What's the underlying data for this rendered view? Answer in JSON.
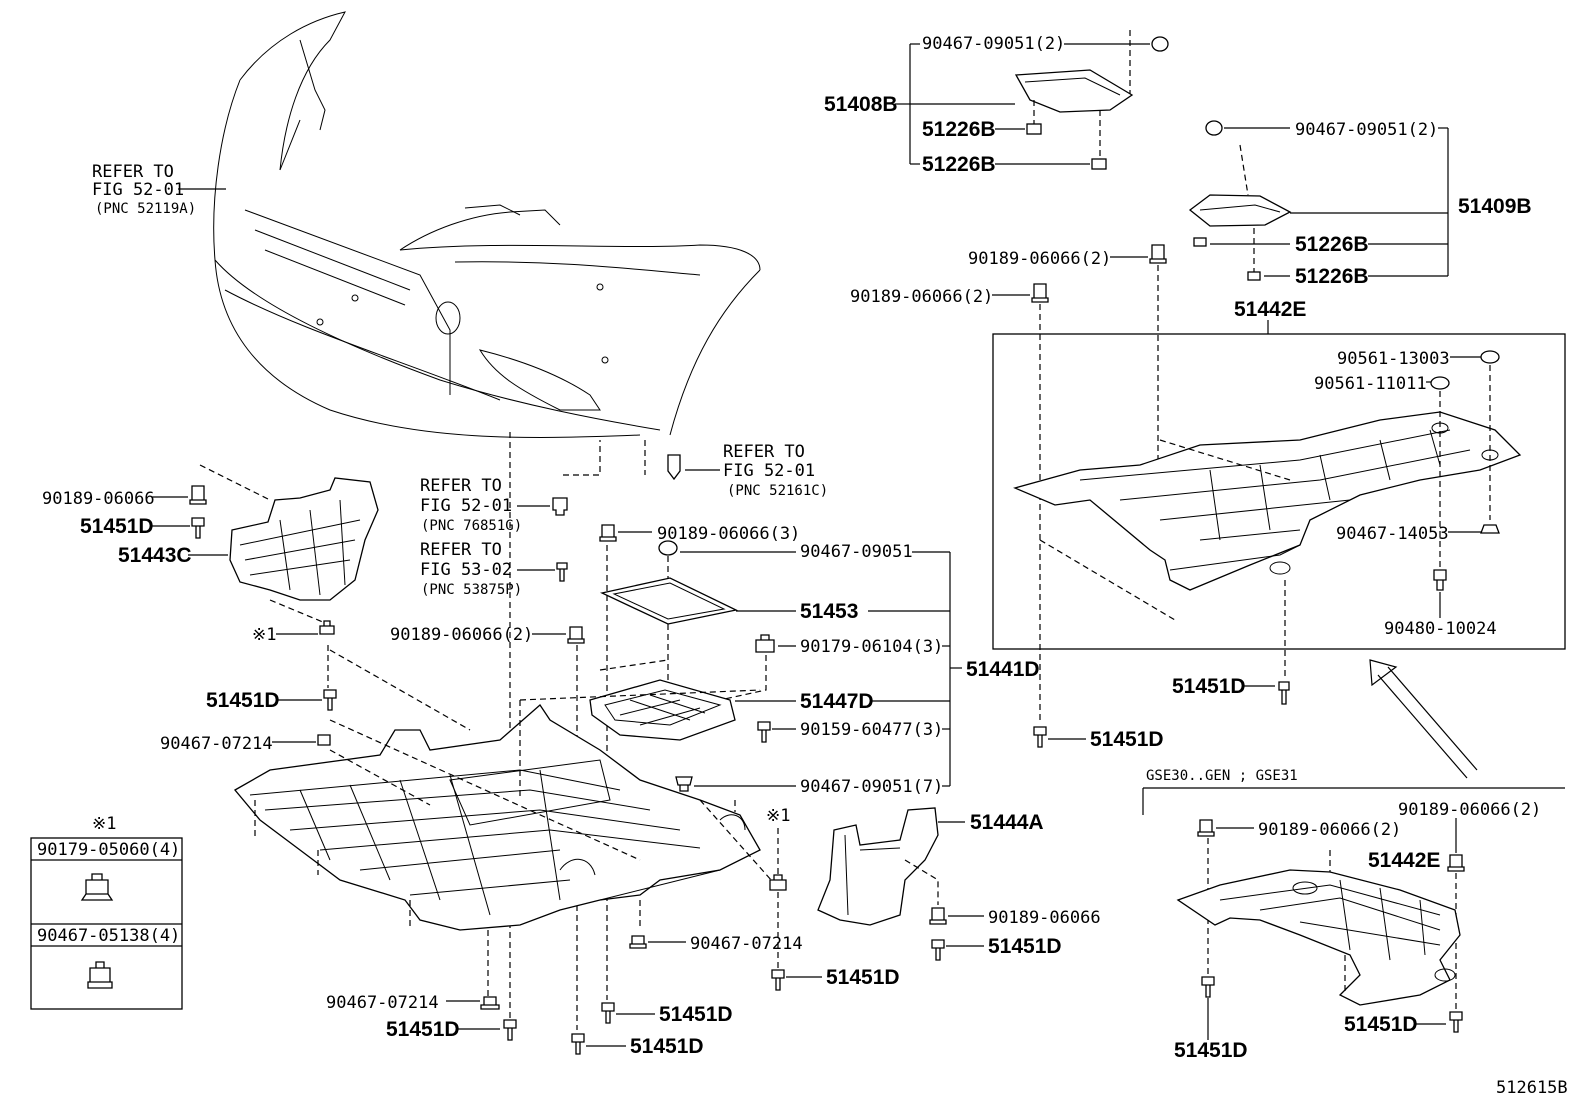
{
  "refers": {
    "bumper": [
      "REFER TO",
      "FIG 52-01",
      "(PNC 52119A)"
    ],
    "clip_76851g": [
      "REFER TO",
      "FIG 52-01",
      "(PNC 76851G)"
    ],
    "screw_53875p": [
      "REFER TO",
      "FIG 53-02",
      "(PNC 53875P)"
    ],
    "clip_52161c": [
      "REFER TO",
      "FIG 52-01",
      "(PNC 52161C)"
    ]
  },
  "labels": {
    "p90467_09051_2_top": "90467-09051(2)",
    "p51408b": "51408B",
    "p51226b_a": "51226B",
    "p51226b_b": "51226B",
    "p90467_09051_2_right": "90467-09051(2)",
    "p51409b": "51409B",
    "p51226b_c": "51226B",
    "p51226b_d": "51226B",
    "p90189_06066_2_a": "90189-06066(2)",
    "p90189_06066_2_b": "90189-06066(2)",
    "p51442e_top": "51442E",
    "p90561_13003": "90561-13003",
    "p90561_11011": "90561-11011",
    "p90467_14053": "90467-14053",
    "p90480_10024": "90480-10024",
    "p51451d_right1": "51451D",
    "p51451d_right2": "51451D",
    "p90189_06066_left": "90189-06066",
    "p51451d_left1": "51451D",
    "p51443c": "51443C",
    "note_mark_1": "※1",
    "p51451d_left2": "51451D",
    "p90467_07214_left": "90467-07214",
    "p90189_06066_3": "90189-06066(3)",
    "p90467_09051_center": "90467-09051",
    "p51453": "51453",
    "p90189_06066_2_center": "90189-06066(2)",
    "p90179_06104_3": "90179-06104(3)",
    "p51441d": "51441D",
    "p51447d": "51447D",
    "p90159_60477_3": "90159-60477(3)",
    "p90467_09051_7": "90467-09051(7)",
    "note_mark_2": "※1",
    "p51444a": "51444A",
    "p90189_06066_bottom": "90189-06066",
    "p51451d_b1": "51451D",
    "p90467_07214_center": "90467-07214",
    "p51451d_b2": "51451D",
    "p90467_07214_bottom": "90467-07214",
    "p51451d_b3": "51451D",
    "p51451d_b4": "51451D",
    "p51451d_b5": "51451D",
    "gse_heading": "GSE30..GEN ; GSE31",
    "p90189_06066_2_gse_a": "90189-06066(2)",
    "p90189_06066_2_gse_b": "90189-06066(2)",
    "p51442e_gse": "51442E",
    "p51451d_gse1": "51451D",
    "p51451d_gse2": "51451D",
    "figure_id": "512615B"
  },
  "legend": {
    "mark": "※1",
    "item1": "90179-05060(4)",
    "item2": "90467-05138(4)"
  }
}
